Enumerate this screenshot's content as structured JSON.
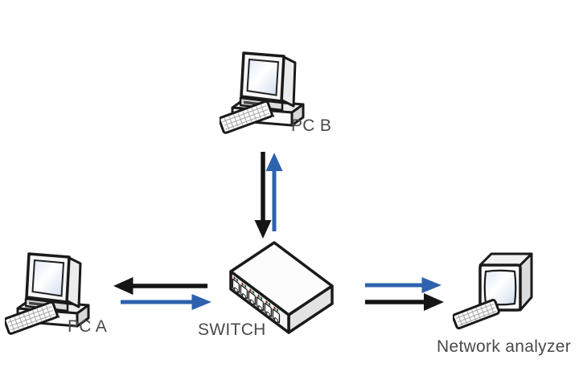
{
  "diagram": {
    "background": "#ffffff",
    "colors": {
      "arrow_black": "#151515",
      "arrow_blue": "#2e62ae",
      "label": "#4a4a4a",
      "outline": "#1a1a1a"
    },
    "nodes": [
      {
        "id": "pc-b",
        "label": "PC B",
        "icon": "desktop-computer"
      },
      {
        "id": "pc-a",
        "label": "PC A",
        "icon": "desktop-computer"
      },
      {
        "id": "switch",
        "label": "SWITCH",
        "icon": "ethernet-switch"
      },
      {
        "id": "network-analyzer",
        "label": "Network analyzer",
        "icon": "monitor-with-keyboard"
      }
    ],
    "links": [
      {
        "from": "PC B",
        "to": "SWITCH",
        "color": "black",
        "direction": "down"
      },
      {
        "from": "SWITCH",
        "to": "PC B",
        "color": "blue",
        "direction": "up"
      },
      {
        "from": "SWITCH",
        "to": "PC A",
        "color": "black",
        "direction": "left"
      },
      {
        "from": "PC A",
        "to": "SWITCH",
        "color": "blue",
        "direction": "right"
      },
      {
        "from": "SWITCH",
        "to": "Network analyzer",
        "color": "blue",
        "direction": "right"
      },
      {
        "from": "SWITCH",
        "to": "Network analyzer",
        "color": "black",
        "direction": "right"
      }
    ]
  }
}
